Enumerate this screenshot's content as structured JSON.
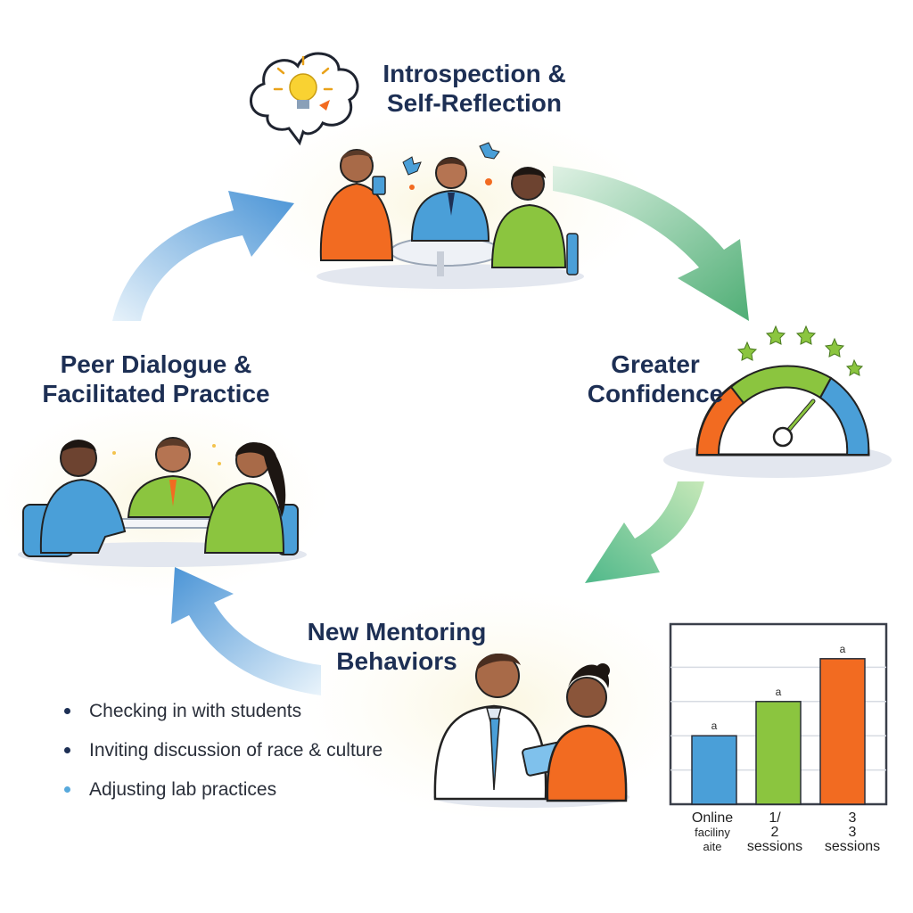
{
  "stages": {
    "introspection": {
      "line1": "Introspection &",
      "line2": "Self-Reflection"
    },
    "confidence": {
      "line1": "Greater",
      "line2": "Confidence"
    },
    "peer": {
      "line1": "Peer Dialogue &",
      "line2": "Facilitated Practice"
    },
    "mentoring": {
      "line1": "New Mentoring",
      "line2": "Behaviors"
    }
  },
  "behaviors": [
    "Checking in with students",
    "Inviting discussion of race & culture",
    "Adjusting lab practices"
  ],
  "colors": {
    "blue": "#4a9fd8",
    "green": "#8bc53f",
    "orange": "#f26b21",
    "navy": "#1d2f54",
    "teal_arrow": "#4fb784"
  },
  "icons": [
    "lightbulb-thought-icon",
    "confidence-gauge-icon",
    "star-icon"
  ],
  "chart_data": {
    "type": "bar",
    "categories": [
      {
        "line1": "Online",
        "line2": "faciliny",
        "line3": "aite"
      },
      {
        "line1": "1/",
        "line2": "2",
        "line3": "sessions"
      },
      {
        "line1": "3",
        "line2": "3",
        "line3": "sessions"
      }
    ],
    "values": [
      4,
      6,
      8.5
    ],
    "bar_colors": [
      "#4a9fd8",
      "#8bc53f",
      "#f26b21"
    ],
    "bar_value_labels": [
      "a",
      "a",
      "a"
    ],
    "ylim": [
      0,
      10
    ],
    "grid": true,
    "xlabel": "",
    "ylabel": ""
  }
}
